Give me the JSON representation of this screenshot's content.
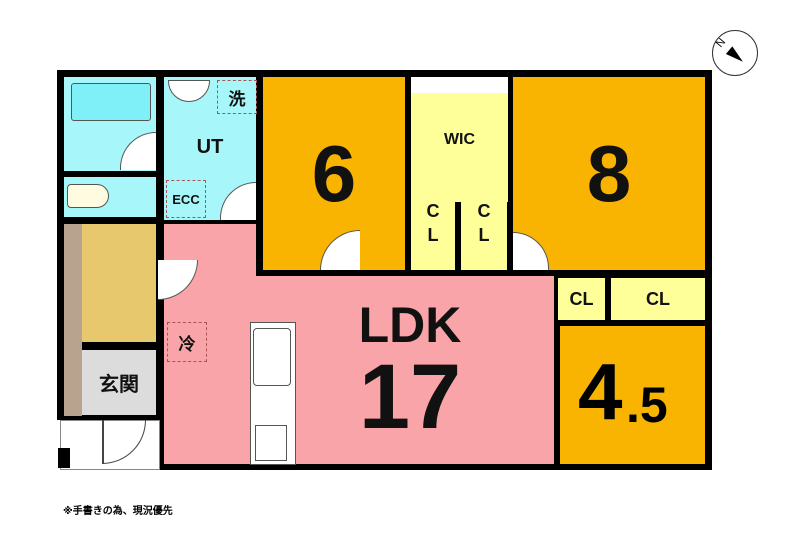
{
  "rooms": {
    "laundry": "洗",
    "utility": "UT",
    "ecc": "ECC",
    "western_room_6": "6",
    "wic": "WIC",
    "closet_a": "C\nL",
    "closet_b": "C\nL",
    "western_room_8": "8",
    "closet_c": "CL",
    "closet_d": "CL",
    "ldk_label": "LDK",
    "ldk_size": "17",
    "western_room_45_int": "4",
    "western_room_45_dec": ".5",
    "fridge": "冷",
    "entrance": "玄関"
  },
  "compass": "N",
  "note": "※手書きの為、現況優先",
  "colors": {
    "bedroom": "#f8b400",
    "closet": "#ffff99",
    "ldk": "#f9a4a8",
    "wet": "#a6f6fa",
    "entrance": "#dcdcdc"
  }
}
